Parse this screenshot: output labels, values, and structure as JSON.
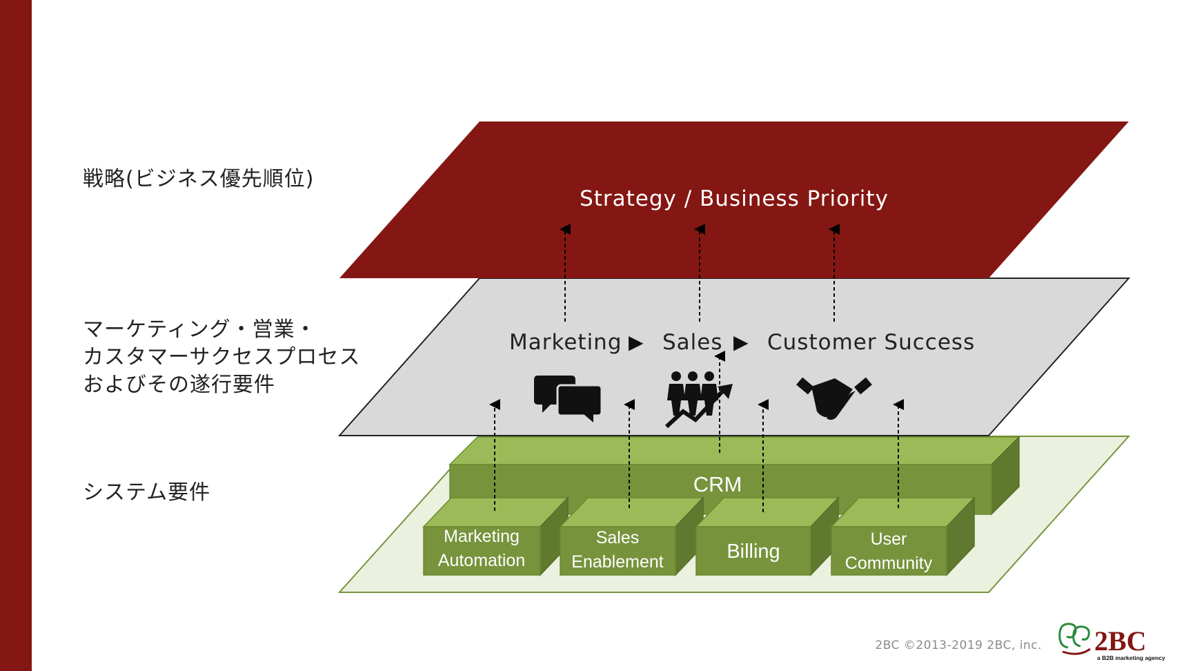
{
  "colors": {
    "sidebar": "#841713",
    "strategy_plane": "#841713",
    "process_plane": "#d9d9d9",
    "system_plane": "#ebf1de",
    "box_front": "#77933c",
    "box_top": "#9bbb59",
    "box_side": "#5f7a2e"
  },
  "labels": {
    "strategy": "戦略(ビジネス優先順位)",
    "process": "マーケティング・営業・\nカスタマーサクセスプロセス\nおよびその遂行要件",
    "system": "システム要件"
  },
  "strategy_plane": {
    "title": "Strategy / Business Priority"
  },
  "process_plane": {
    "marketing": "Marketing",
    "sales": "Sales",
    "customer_success": "Customer Success",
    "arrow": "▶",
    "icons": [
      "chat-bubbles-icon",
      "people-growth-icon",
      "handshake-icon"
    ]
  },
  "system_plane": {
    "crm": "CRM",
    "marketing_automation": [
      "Marketing",
      "Automation"
    ],
    "sales_enablement": [
      "Sales",
      "Enablement"
    ],
    "billing": "Billing",
    "user_community": [
      "User",
      "Community"
    ]
  },
  "footer": {
    "copyright": "2BC ©2013-2019 2BC, inc.",
    "logo_text": "2BC",
    "logo_tagline": "a B2B marketing agency"
  }
}
